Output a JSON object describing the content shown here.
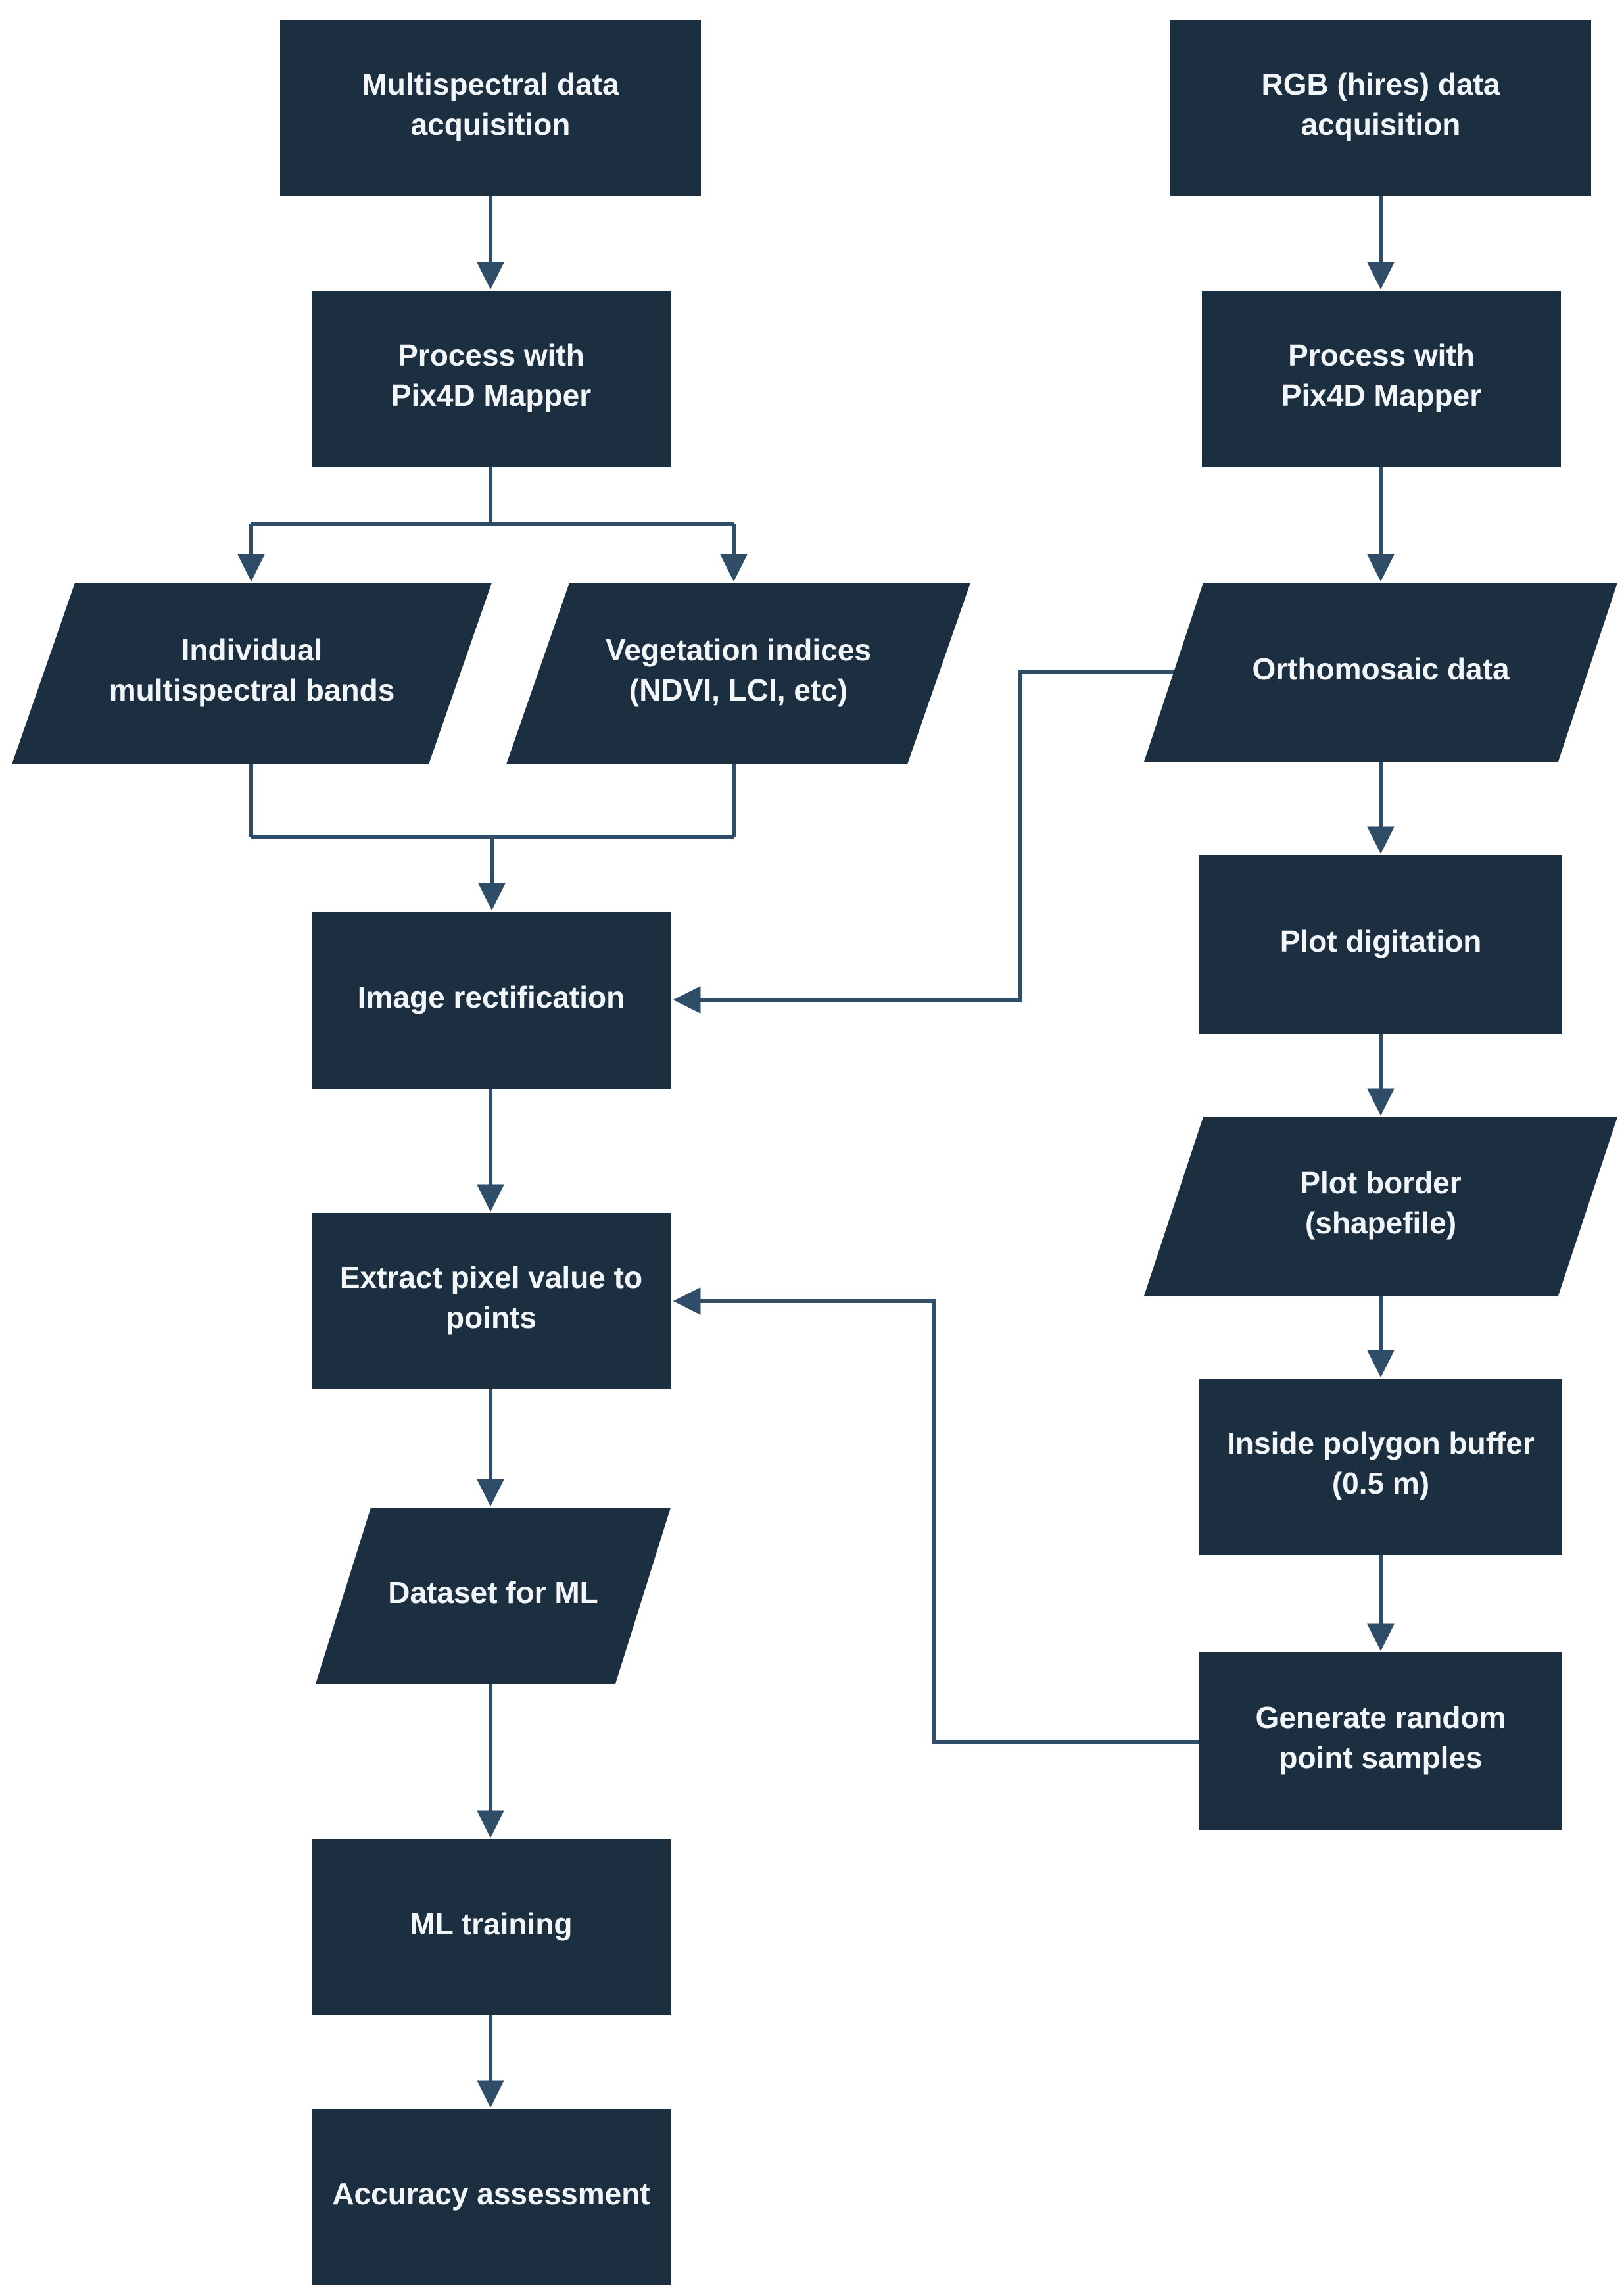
{
  "diagram": {
    "type": "flowchart",
    "background": "#ffffff",
    "colors": {
      "node_fill": "#1c2f40",
      "connector": "#2f4d66",
      "label_text": "#f3f6f8"
    },
    "nodes": {
      "multispectral_acquisition": {
        "label": "Multispectral data\nacquisition",
        "shape": "rectangle"
      },
      "process_pix4d_ms": {
        "label": "Process with\nPix4D Mapper",
        "shape": "rectangle"
      },
      "individual_bands": {
        "label": "Individual\nmultispectral bands",
        "shape": "parallelogram"
      },
      "vegetation_indices": {
        "label": "Vegetation indices\n(NDVI, LCI, etc)",
        "shape": "parallelogram"
      },
      "image_rectification": {
        "label": "Image rectification",
        "shape": "rectangle"
      },
      "extract_pixel": {
        "label": "Extract pixel value to\npoints",
        "shape": "rectangle"
      },
      "dataset_ml": {
        "label": "Dataset for ML",
        "shape": "parallelogram"
      },
      "ml_training": {
        "label": "ML training",
        "shape": "rectangle"
      },
      "accuracy_assessment": {
        "label": "Accuracy assessment",
        "shape": "rectangle"
      },
      "rgb_acquisition": {
        "label": "RGB (hires) data\nacquisition",
        "shape": "rectangle"
      },
      "process_pix4d_rgb": {
        "label": "Process with\nPix4D Mapper",
        "shape": "rectangle"
      },
      "orthomosaic": {
        "label": "Orthomosaic data",
        "shape": "parallelogram"
      },
      "plot_digitation": {
        "label": "Plot digitation",
        "shape": "rectangle"
      },
      "plot_border": {
        "label": "Plot border\n(shapefile)",
        "shape": "parallelogram"
      },
      "inside_buffer": {
        "label": "Inside polygon buffer\n(0.5 m)",
        "shape": "rectangle"
      },
      "generate_random": {
        "label": "Generate random\npoint samples",
        "shape": "rectangle"
      }
    },
    "edges": [
      {
        "from": "multispectral_acquisition",
        "to": "process_pix4d_ms"
      },
      {
        "from": "process_pix4d_ms",
        "to": "individual_bands"
      },
      {
        "from": "process_pix4d_ms",
        "to": "vegetation_indices"
      },
      {
        "from": "individual_bands",
        "to": "image_rectification"
      },
      {
        "from": "vegetation_indices",
        "to": "image_rectification"
      },
      {
        "from": "orthomosaic",
        "to": "image_rectification"
      },
      {
        "from": "image_rectification",
        "to": "extract_pixel"
      },
      {
        "from": "generate_random",
        "to": "extract_pixel"
      },
      {
        "from": "extract_pixel",
        "to": "dataset_ml"
      },
      {
        "from": "dataset_ml",
        "to": "ml_training"
      },
      {
        "from": "ml_training",
        "to": "accuracy_assessment"
      },
      {
        "from": "rgb_acquisition",
        "to": "process_pix4d_rgb"
      },
      {
        "from": "process_pix4d_rgb",
        "to": "orthomosaic"
      },
      {
        "from": "orthomosaic",
        "to": "plot_digitation"
      },
      {
        "from": "plot_digitation",
        "to": "plot_border"
      },
      {
        "from": "plot_border",
        "to": "inside_buffer"
      },
      {
        "from": "inside_buffer",
        "to": "generate_random"
      }
    ]
  }
}
